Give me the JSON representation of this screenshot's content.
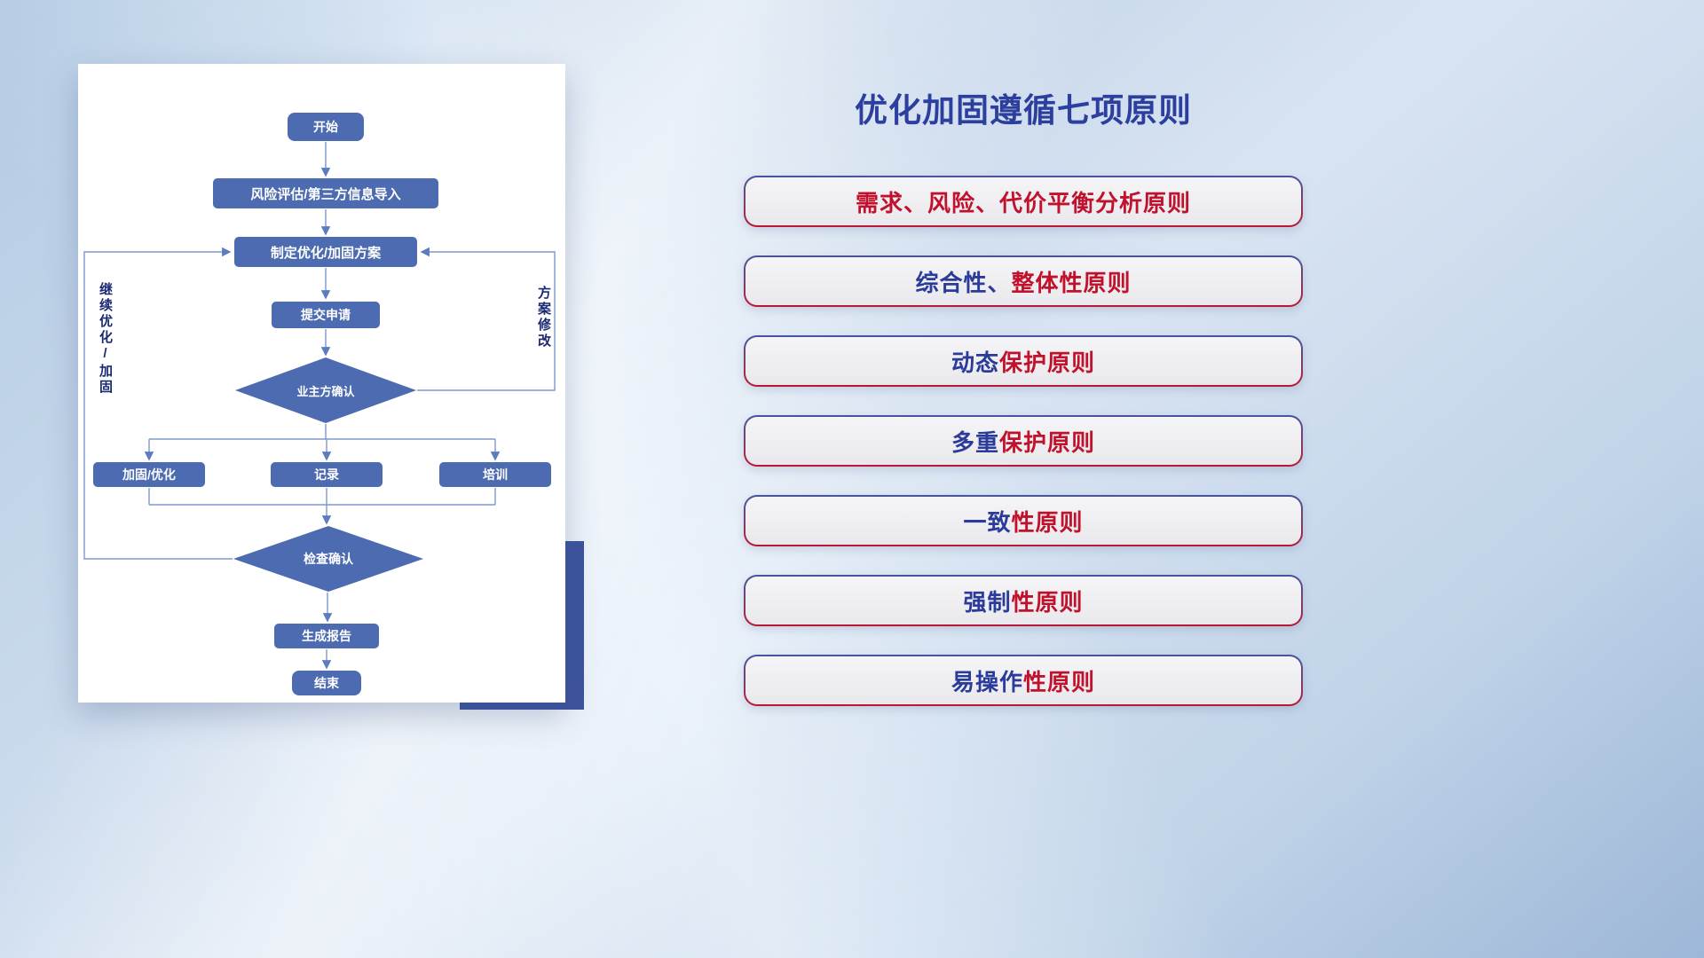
{
  "flowchart": {
    "nodes": {
      "start": "开始",
      "risk": "风险评估/第三方信息导入",
      "plan": "制定优化/加固方案",
      "submit": "提交申请",
      "owner_confirm": "业主方确认",
      "harden": "加固/优化",
      "record": "记录",
      "training": "培训",
      "check_confirm": "检查确认",
      "report": "生成报告",
      "end": "结束"
    },
    "labels": {
      "continue_optimize": "继续优化/加固",
      "plan_modify": "方案修改"
    },
    "colors": {
      "node_fill": "#4d6bb0",
      "line": "#7e98cd"
    }
  },
  "right_panel": {
    "title": "优化加固遵循七项原则",
    "principles": [
      {
        "part1": "",
        "part2": "需求、风险、代价平衡分析原则"
      },
      {
        "part1": "综合性、",
        "part2": "整体性原则"
      },
      {
        "part1": "动态",
        "part2": "保护原则"
      },
      {
        "part1": "多重",
        "part2": "保护原则"
      },
      {
        "part1": "一致",
        "part2": "性原则"
      },
      {
        "part1": "强制",
        "part2": "性原则"
      },
      {
        "part1": "易操作",
        "part2": "性原则"
      }
    ],
    "accent_colors": {
      "blue": "#2a3b9a",
      "red": "#c0122d"
    }
  }
}
